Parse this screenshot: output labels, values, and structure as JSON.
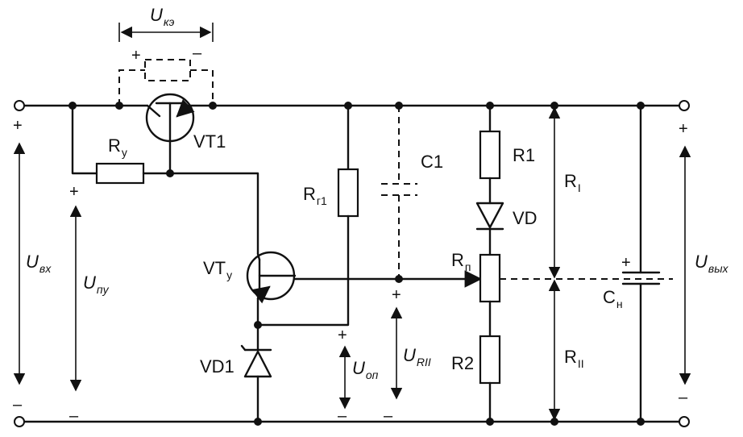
{
  "components": {
    "vt1": "VT1",
    "vty_main": "VT",
    "vty_sub": "у",
    "ry_main": "R",
    "ry_sub": "у",
    "rg1_main": "R",
    "rg1_sub": "г1",
    "vd1": "VD1",
    "c1": "C1",
    "r1": "R1",
    "vd": "VD",
    "rp_main": "R",
    "rp_sub": "п",
    "r2": "R2",
    "cn_main": "C",
    "cn_sub": "н"
  },
  "voltages": {
    "uke_main": "U",
    "uke_sub": "кэ",
    "uvx_main": "U",
    "uvx_sub": "вх",
    "upu_main": "U",
    "upu_sub": "пу",
    "uop_main": "U",
    "uop_sub": "оп",
    "urii_main": "U",
    "urii_sub": "RII",
    "uvyx_main": "U",
    "uvyx_sub": "вых",
    "ri_main": "R",
    "ri_sub": "I",
    "rii_main": "R",
    "rii_sub": "II"
  },
  "signs": {
    "plus": "+",
    "minus": "–"
  }
}
